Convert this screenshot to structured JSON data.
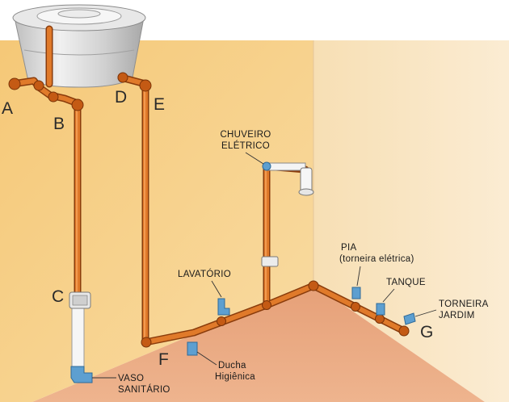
{
  "points": {
    "a": "A",
    "b": "B",
    "c": "C",
    "d": "D",
    "e": "E",
    "f": "F",
    "g": "G"
  },
  "fixtures": {
    "chuveiro_line1": "CHUVEIRO",
    "chuveiro_line2": "ELÉTRICO",
    "lavatorio": "LAVATÓRIO",
    "pia_line1": "PIA",
    "pia_line2": "(torneira elétrica)",
    "tanque": "TANQUE",
    "torneira_line1": "TORNEIRA",
    "torneira_line2": "JARDIM",
    "ducha_line1": "Ducha",
    "ducha_line2": "Higiênica",
    "vaso_line1": "VASO",
    "vaso_line2": "SANITÁRIO"
  },
  "colors": {
    "wall_left": "#f7d48e",
    "wall_right": "#fae7c4",
    "floor": "#e9a77e",
    "pipe": "#d9691c",
    "pipe_edge": "#8a3c0c",
    "fitting_blue": "#5d9fd0",
    "tank": "#d8d8d8"
  }
}
